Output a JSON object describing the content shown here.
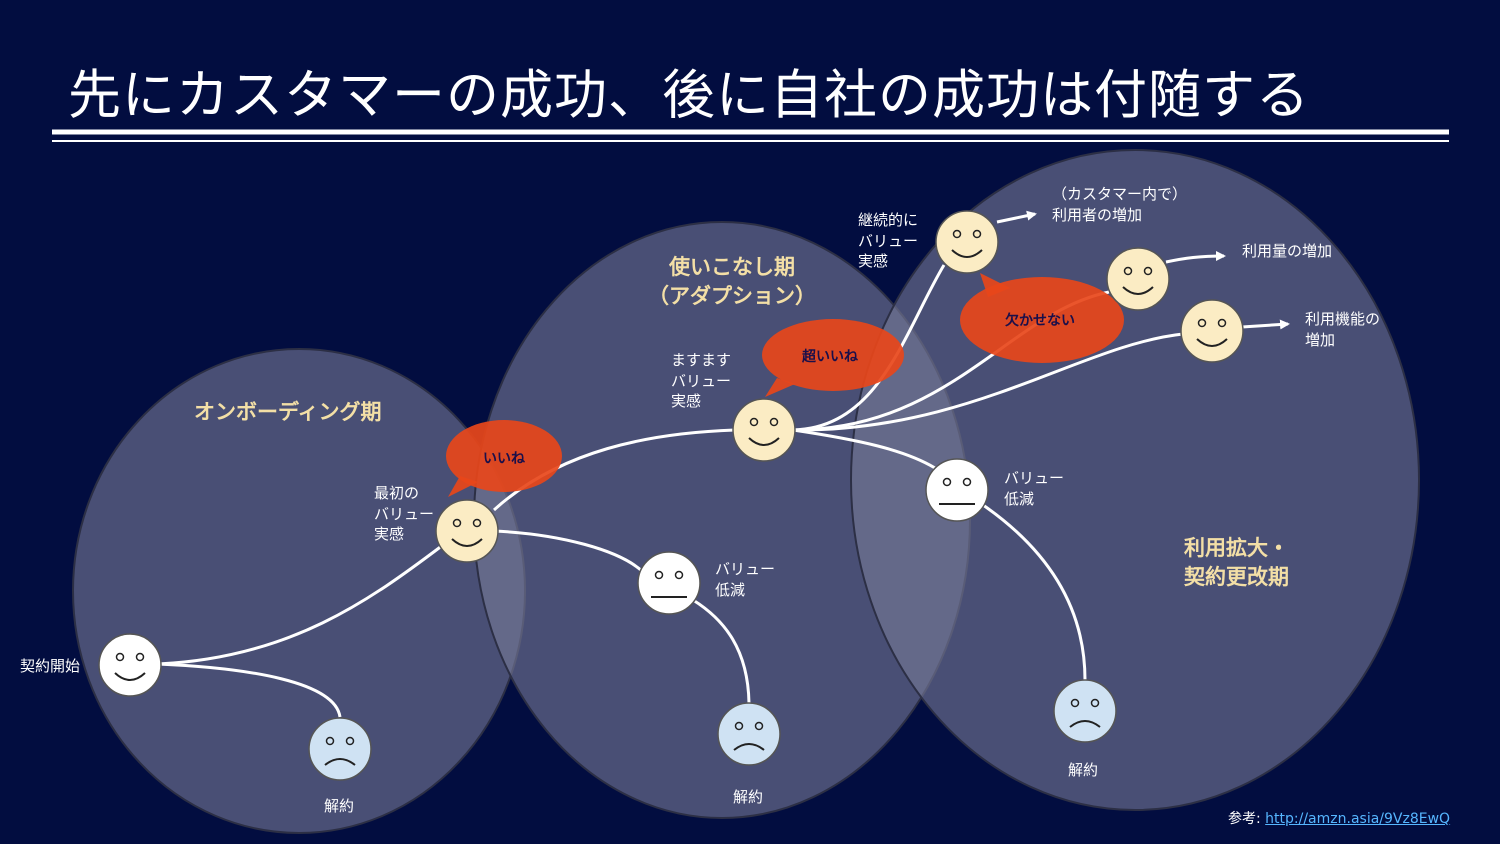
{
  "title": "先にカスタマーの成功、後に自社の成功は付随する",
  "phases": {
    "onboarding": "オンボーディング期",
    "adoption": "使いこなし期\n（アダプション）",
    "expansion": "利用拡大・\n契約更改期"
  },
  "bubbles": {
    "good": "いいね",
    "great": "超いいね",
    "essential": "欠かせない"
  },
  "labels": {
    "contract_start": "契約開始",
    "first_value": "最初の\nバリュー\n実感",
    "more_value": "ますます\nバリュー\n実感",
    "continuous_value": "継続的に\nバリュー\n実感",
    "value_drop_1": "バリュー\n低減",
    "value_drop_2": "バリュー\n低減",
    "churn_1": "解約",
    "churn_2": "解約",
    "churn_3": "解約",
    "users_increase": "（カスタマー内で）\n利用者の増加",
    "usage_increase": "利用量の増加",
    "features_increase": "利用機能の\n増加"
  },
  "reference": {
    "label": "参考: ",
    "link": "http://amzn.asia/9Vz8EwQ"
  },
  "colors": {
    "background": "#020d40",
    "circle_fill": "#4a4f6e",
    "happy_face": "#fbecc4",
    "neutral_face": "#ffffff",
    "sad_face": "#cfe2f3",
    "bubble": "#e8461a",
    "phase_text": "#f3dfa6",
    "link": "#56b6ff"
  }
}
